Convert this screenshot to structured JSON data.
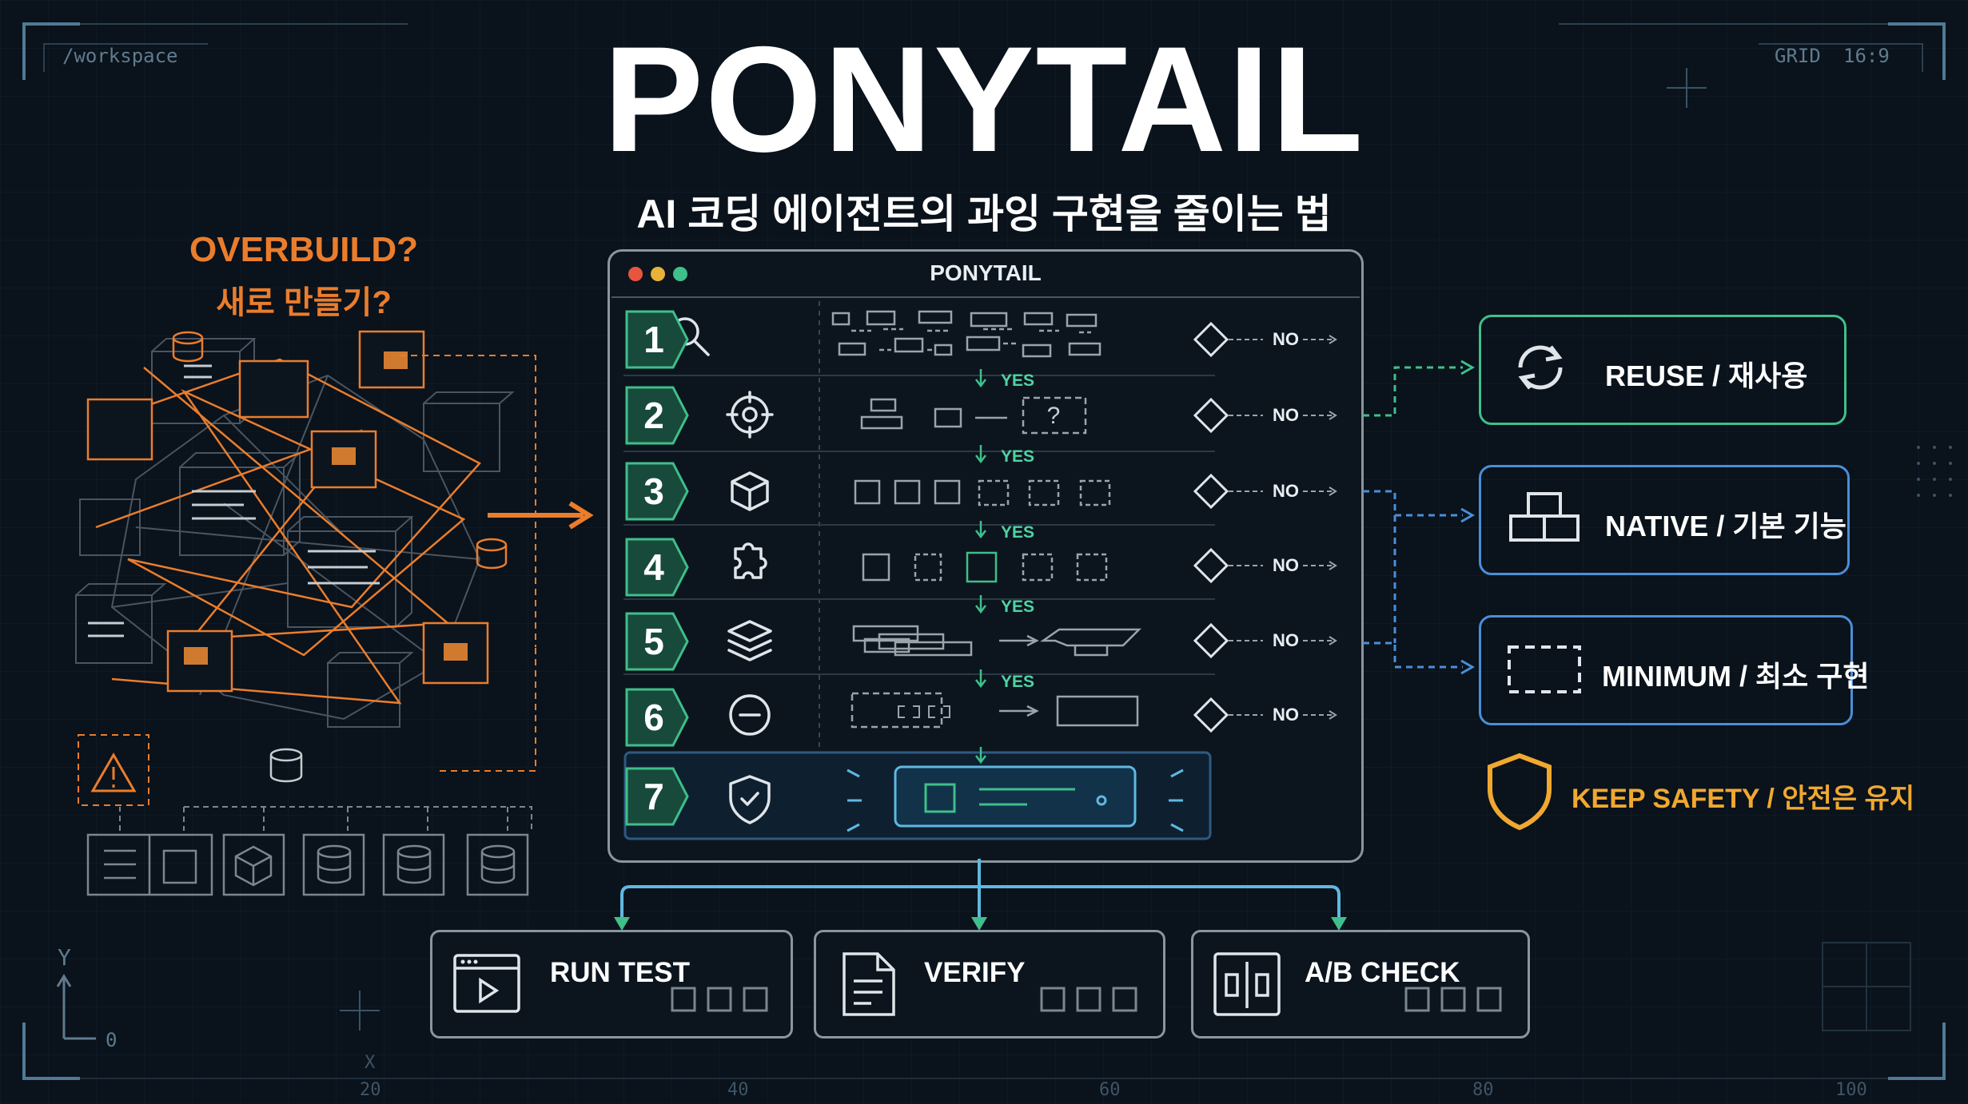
{
  "header": {
    "path": "/workspace",
    "grid_label": "GRID",
    "ratio": "16:9",
    "title": "PONYTAIL",
    "subtitle": "AI 코딩 에이전트의 과잉 구현을 줄이는 법"
  },
  "left": {
    "question_en": "OVERBUILD?",
    "question_ko": "새로 만들기?"
  },
  "panel": {
    "title": "PONYTAIL",
    "traffic_colors": [
      "#e8553f",
      "#e8b23a",
      "#3fbf8a"
    ],
    "steps": [
      {
        "num": "1",
        "icon": "magnifier-icon",
        "decision": "NO",
        "next": "YES"
      },
      {
        "num": "2",
        "icon": "target-icon",
        "decision": "NO",
        "next": "YES",
        "placeholder": "?"
      },
      {
        "num": "3",
        "icon": "cube-icon",
        "decision": "NO",
        "next": "YES"
      },
      {
        "num": "4",
        "icon": "puzzle-icon",
        "decision": "NO",
        "next": "YES"
      },
      {
        "num": "5",
        "icon": "layers-icon",
        "decision": "NO",
        "next": "YES"
      },
      {
        "num": "6",
        "icon": "minus-circle-icon",
        "decision": "NO"
      },
      {
        "num": "7",
        "icon": "shield-check-icon"
      }
    ]
  },
  "options": [
    {
      "label": "REUSE  /  재사용",
      "icon": "refresh-icon",
      "color": "#3fbf8a"
    },
    {
      "label": "NATIVE  /  기본 기능",
      "icon": "blocks-icon",
      "color": "#4a8fd8"
    },
    {
      "label": "MINIMUM  /  최소 구현",
      "icon": "dashed-box-icon",
      "color": "#4a8fd8"
    }
  ],
  "safety": {
    "label": "KEEP SAFETY / 안전은 유지",
    "color": "#f0a830"
  },
  "actions": [
    {
      "label": "RUN TEST",
      "icon": "play-window-icon"
    },
    {
      "label": "VERIFY",
      "icon": "document-icon"
    },
    {
      "label": "A/B CHECK",
      "icon": "ab-compare-icon"
    }
  ],
  "axes": {
    "y_label": "Y",
    "x_label": "X",
    "origin": "0",
    "ticks": [
      "20",
      "40",
      "60",
      "80",
      "100"
    ]
  },
  "colors": {
    "accent_orange": "#ea7d2c",
    "accent_green": "#3fbf8a",
    "accent_blue": "#4a8fd8",
    "bg": "#0a121b"
  }
}
